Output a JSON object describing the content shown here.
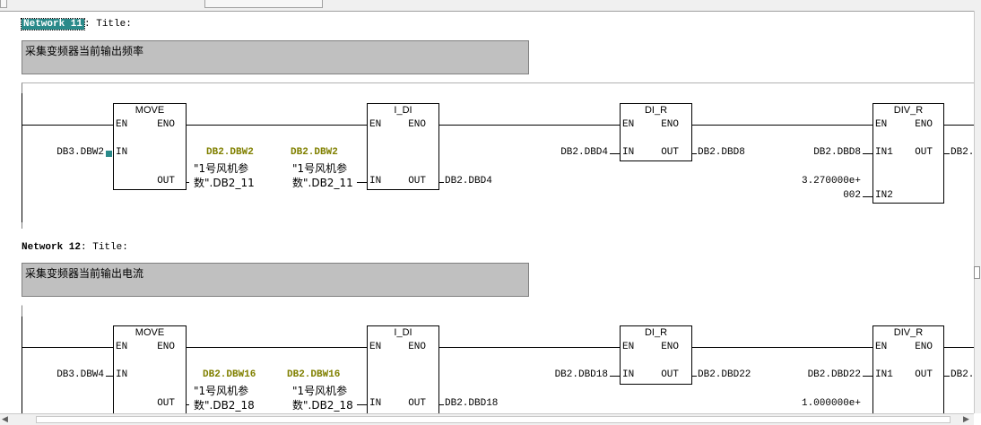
{
  "network11": {
    "label": "Network 11",
    "title_suffix": ": Title:",
    "comment": "采集变频器当前输出频率",
    "move": {
      "name": "MOVE",
      "en": "EN",
      "eno": "ENO",
      "in": "IN",
      "out": "OUT",
      "in_operand": "DB3.DBW2"
    },
    "out_symbol": {
      "addr": "DB2.DBW2",
      "line1": "\"1号风机参",
      "line2": "数\".DB2_11"
    },
    "idi": {
      "name": "I_DI",
      "en": "EN",
      "eno": "ENO",
      "in": "IN",
      "out": "OUT",
      "out_operand": "DB2.DBD4"
    },
    "in_symbol": {
      "addr": "DB2.DBW2",
      "line1": "\"1号风机参",
      "line2": "数\".DB2_11"
    },
    "dir": {
      "name": "DI_R",
      "en": "EN",
      "eno": "ENO",
      "in": "IN",
      "out": "OUT",
      "in_operand": "DB2.DBD4",
      "out_operand": "DB2.DBD8"
    },
    "divr": {
      "name": "DIV_R",
      "en": "EN",
      "eno": "ENO",
      "in1": "IN1",
      "in2": "IN2",
      "out": "OUT",
      "in1_operand": "DB2.DBD8",
      "in2_line1": "3.270000e+",
      "in2_line2": "002",
      "out_operand": "DB2."
    }
  },
  "network12": {
    "label": "Network 12",
    "title_suffix": ": Title:",
    "comment": "采集变频器当前输出电流",
    "move": {
      "name": "MOVE",
      "en": "EN",
      "eno": "ENO",
      "in": "IN",
      "out": "OUT",
      "in_operand": "DB3.DBW4"
    },
    "out_symbol": {
      "addr": "DB2.DBW16",
      "line1": "\"1号风机参",
      "line2": "数\".DB2_18"
    },
    "idi": {
      "name": "I_DI",
      "en": "EN",
      "eno": "ENO",
      "in": "IN",
      "out": "OUT",
      "out_operand": "DB2.DBD18"
    },
    "in_symbol": {
      "addr": "DB2.DBW16",
      "line1": "\"1号风机参",
      "line2": "数\".DB2_18"
    },
    "dir": {
      "name": "DI_R",
      "en": "EN",
      "eno": "ENO",
      "in": "IN",
      "out": "OUT",
      "in_operand": "DB2.DBD18",
      "out_operand": "DB2.DBD22"
    },
    "divr": {
      "name": "DIV_R",
      "en": "EN",
      "eno": "ENO",
      "in1": "IN1",
      "out": "OUT",
      "in1_operand": "DB2.DBD22",
      "in2_line1": "1.000000e+",
      "out_operand": "DB2."
    }
  },
  "scroll": {
    "left_arrow": "◀",
    "right_arrow": "▶"
  },
  "colors": {
    "accent": "#2a8a8a",
    "symbol": "#808000",
    "comment_bg": "#c0c0c0"
  }
}
